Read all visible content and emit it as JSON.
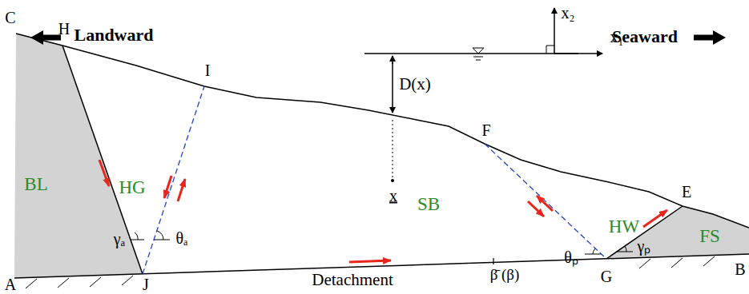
{
  "diagram": {
    "nodes": [
      {
        "text": [
          "BL"
        ]
      },
      {
        "text": [
          "HG"
        ]
      },
      {
        "text": [
          "SB"
        ]
      },
      {
        "text": [
          "HW"
        ]
      },
      {
        "text": [
          "FS"
        ]
      }
    ],
    "labels": [
      "Landward",
      "Seaward",
      "x₂",
      "x₁",
      "D(x)",
      "x",
      "C",
      "H",
      "I",
      "F",
      "E",
      "A",
      "J",
      "G",
      "B",
      "γₐ",
      "θₐ",
      "θₚ",
      "γₚ",
      "Detachment",
      "β̄ (β)"
    ]
  }
}
